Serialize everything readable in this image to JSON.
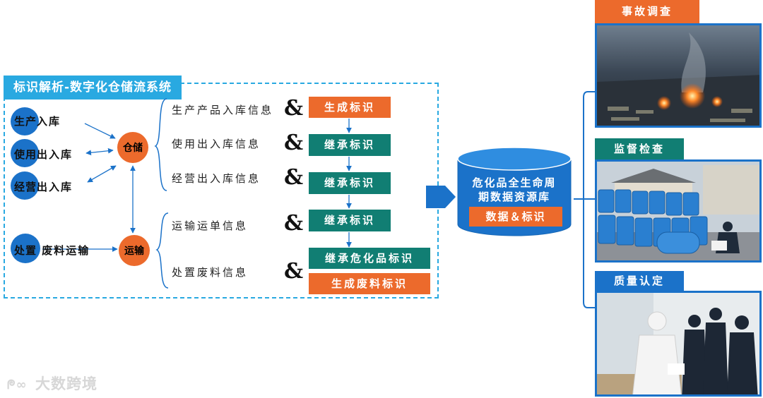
{
  "system": {
    "title": "标识解析-数字化仓储流系统",
    "inputs": [
      {
        "head": "生产",
        "tail": "入库"
      },
      {
        "head": "使用",
        "tail": "出入库"
      },
      {
        "head": "经营",
        "tail": "出入库"
      }
    ],
    "waste_input": {
      "head": "处置",
      "tail": "废料运输"
    },
    "hubs": {
      "storage": "仓储",
      "transport": "运输"
    },
    "info_rows": [
      {
        "info": "生产产品入库信息",
        "amp": "&",
        "tags": [
          "生成标识"
        ]
      },
      {
        "info": "使用出入库信息",
        "amp": "&",
        "tags": [
          "继承标识"
        ]
      },
      {
        "info": "经营出入库信息",
        "amp": "&",
        "tags": [
          "继承标识"
        ]
      },
      {
        "info": "运输运单信息",
        "amp": "&",
        "tags": [
          "继承标识"
        ]
      },
      {
        "info": "处置废料信息",
        "amp": "&",
        "tags": [
          "继承危化品标识",
          "生成废料标识"
        ]
      }
    ]
  },
  "database": {
    "line1": "危化品全生命周",
    "line2": "期数据资源库",
    "tag": "数据＆标识"
  },
  "applications": [
    {
      "label": "事故调查",
      "header_color": "#ec6a2c"
    },
    {
      "label": "监督检查",
      "header_color": "#117e73"
    },
    {
      "label": "质量认定",
      "header_color": "#1b72c9"
    }
  ],
  "watermark": "大数跨境",
  "colors": {
    "accent_blue": "#29a9e1",
    "circle_blue": "#1b72c9",
    "orange": "#ec6a2c",
    "teal": "#117e73"
  }
}
